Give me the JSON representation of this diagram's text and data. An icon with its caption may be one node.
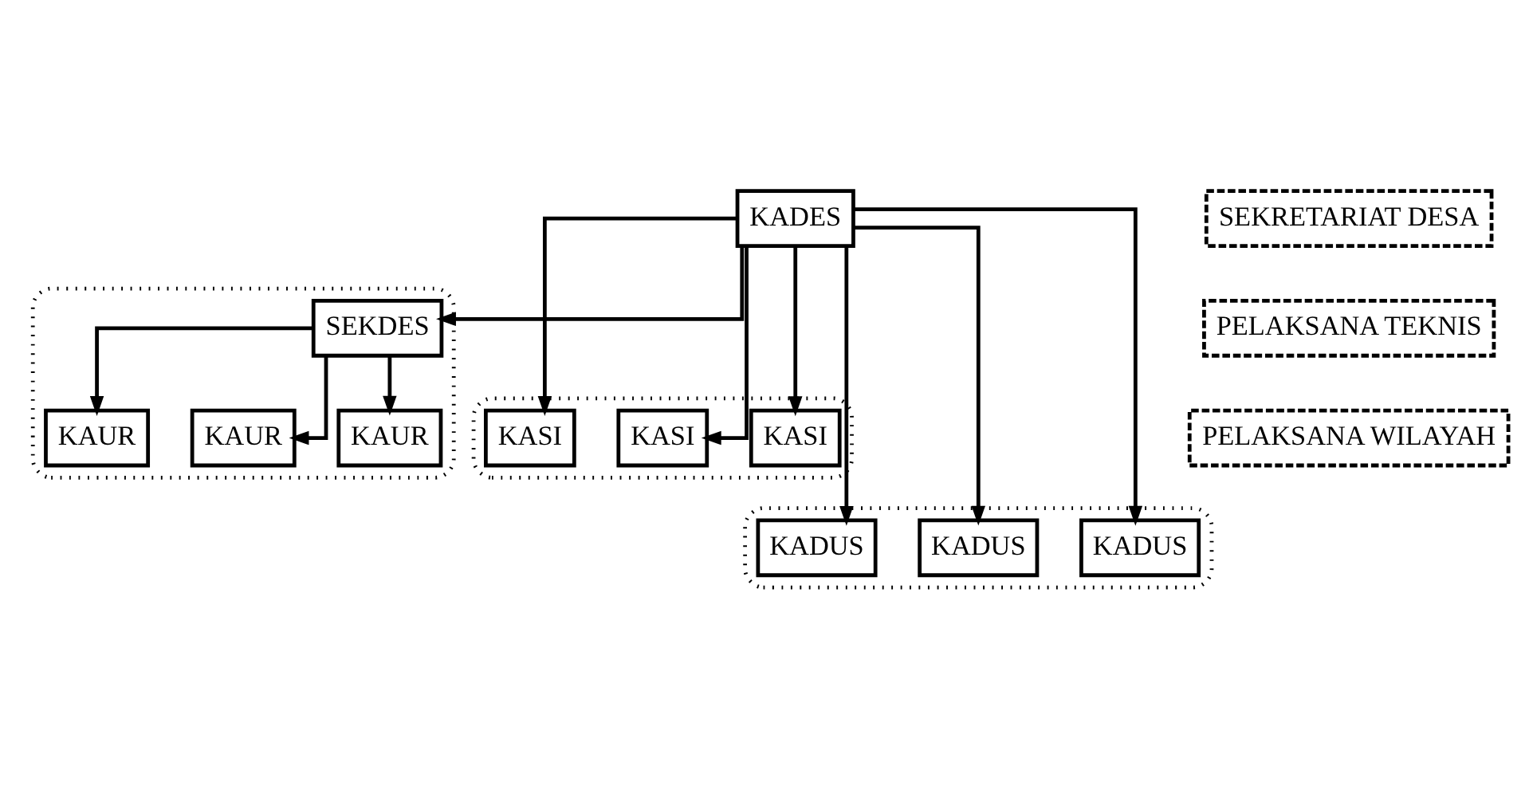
{
  "diagram": {
    "nodes": [
      {
        "text": [
          "KADES"
        ]
      },
      {
        "text": [
          "SEKRETARIAT DESA"
        ]
      },
      {
        "text": [],
        "shape": "ellipse"
      },
      {
        "text": [
          "SEKDES"
        ],
        "in": 2
      },
      {
        "text": [
          "KAUR"
        ],
        "in": 2
      },
      {
        "text": [
          "KAUR"
        ],
        "in": 2
      },
      {
        "text": [
          "KAUR"
        ],
        "in": 2
      },
      {
        "text": [
          "PELAKSANA TEKNIS"
        ]
      },
      {
        "text": [],
        "shape": "ellipse"
      },
      {
        "text": [
          "KASI"
        ],
        "in": 8
      },
      {
        "text": [
          "KASI"
        ],
        "in": 8
      },
      {
        "text": [
          "KASI"
        ],
        "in": 8
      },
      {
        "text": [],
        "shape": "ellipse"
      },
      {
        "text": [
          "KADUS"
        ],
        "in": 12
      },
      {
        "text": [
          "KADUS"
        ],
        "in": 12
      },
      {
        "text": [
          "KADUS"
        ],
        "in": 12
      },
      {
        "text": [
          "PELAKSANA WILAYAH"
        ]
      }
    ],
    "edges": [
      {
        "from": 0,
        "to": 3,
        "arrow": "to"
      },
      {
        "from": 3,
        "to": 4,
        "arrow": "to"
      },
      {
        "from": 3,
        "to": 5,
        "arrow": "to"
      },
      {
        "from": 3,
        "to": 6,
        "arrow": "to"
      },
      {
        "from": 0,
        "to": 9,
        "arrow": "to"
      },
      {
        "from": 0,
        "to": 10,
        "arrow": "to"
      },
      {
        "from": 0,
        "to": 11,
        "arrow": "to"
      },
      {
        "from": 0,
        "to": 13,
        "arrow": "to"
      },
      {
        "from": 0,
        "to": 14,
        "arrow": "to"
      },
      {
        "from": 0,
        "to": 15,
        "arrow": "to"
      }
    ]
  }
}
